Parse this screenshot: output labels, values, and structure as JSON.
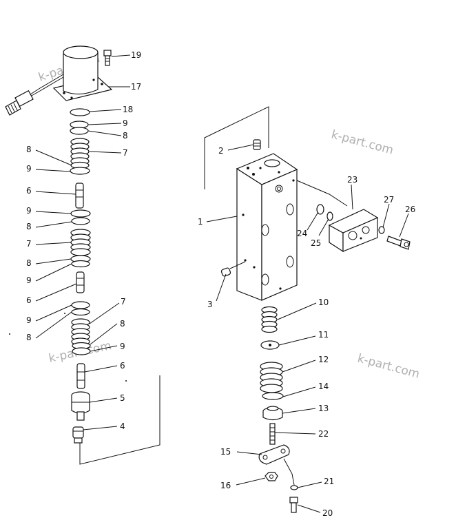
{
  "watermarks": [
    "k-part.com",
    "k-part.com",
    "k-part.com",
    "k-part.com"
  ],
  "callouts": {
    "c19": "19",
    "c17": "17",
    "c18": "18",
    "c9a": "9",
    "c8a": "8",
    "c8b": "8",
    "c7a": "7",
    "c9b": "9",
    "c6a": "6",
    "c9c": "9",
    "c8c": "8",
    "c7b": "7",
    "c8d": "8",
    "c9d": "9",
    "c6b": "6",
    "c9e": "9",
    "c7c": "7",
    "c8e": "8",
    "c8f": "8",
    "c9f": "9",
    "c6c": "6",
    "c5": "5",
    "c4": "4",
    "c2": "2",
    "c1": "1",
    "c3": "3",
    "c23": "23",
    "c27": "27",
    "c26": "26",
    "c24": "24",
    "c25": "25",
    "c10": "10",
    "c11": "11",
    "c12": "12",
    "c14": "14",
    "c13": "13",
    "c22": "22",
    "c15": "15",
    "c16": "16",
    "c21": "21",
    "c20": "20"
  }
}
